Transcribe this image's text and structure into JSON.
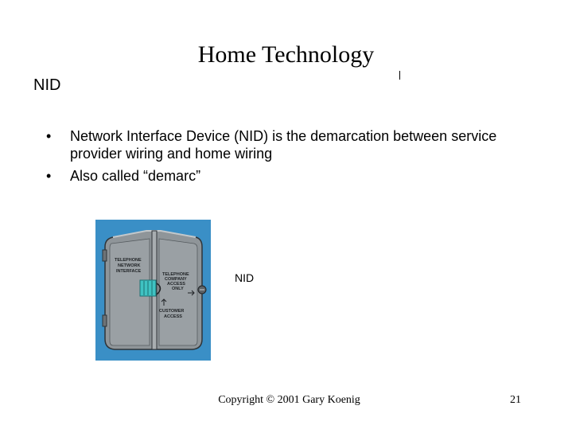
{
  "slide": {
    "title": "Home Technology",
    "subtitle": "NID",
    "bullets": [
      {
        "marker": "•",
        "text": "Network Interface Device (NID) is the demarcation between service provider wiring and home wiring"
      },
      {
        "marker": "•",
        "text": "Also called “demarc”"
      }
    ],
    "image": {
      "caption": "NID",
      "labels": {
        "left": [
          "TELEPHONE",
          "NETWORK",
          "INTERFACE"
        ],
        "right": [
          "TELEPHONE",
          "COMPANY",
          "ACCESS",
          "ONLY"
        ],
        "bottom": [
          "CUSTOMER",
          "ACCESS"
        ]
      },
      "colors": {
        "background": "#3a8fc6",
        "housing": "#8f9599",
        "jack": "#3fc3c3"
      }
    },
    "footer": "Copyright © 2001 Gary Koenig",
    "page_number": "21"
  }
}
